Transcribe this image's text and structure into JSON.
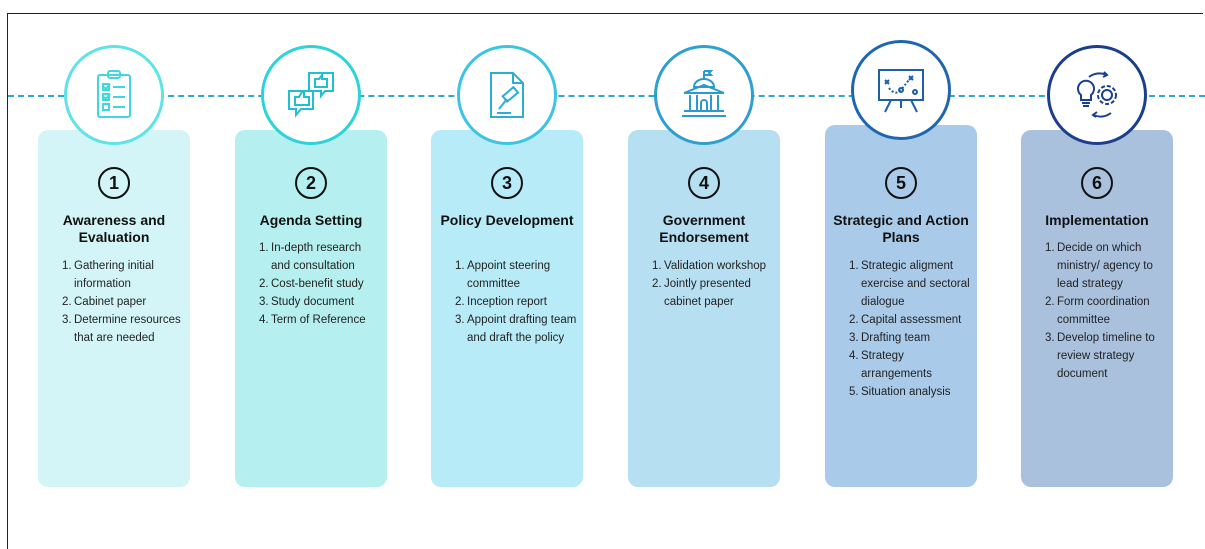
{
  "steps": [
    {
      "number": "1",
      "title": "Awareness and Evaluation",
      "icon": "clipboard-checklist-icon",
      "card_color": "#d3f5f7",
      "ring_color": "#5ee3e6",
      "items": [
        "Gathering initial information",
        "Cabinet paper",
        "Determine resources that are needed"
      ]
    },
    {
      "number": "2",
      "title": "Agenda Setting",
      "icon": "feedback-thumbs-icon",
      "card_color": "#b5efef",
      "ring_color": "#2ad4d8",
      "items": [
        "In-depth research and consultation",
        "Cost-benefit study",
        "Study document",
        "Term of Reference"
      ]
    },
    {
      "number": "3",
      "title": "Policy Development",
      "icon": "document-gavel-icon",
      "card_color": "#b7ebf7",
      "ring_color": "#3cc5e3",
      "items": [
        "Appoint steering committee",
        "Inception report",
        "Appoint drafting team and draft the policy"
      ]
    },
    {
      "number": "4",
      "title": "Government Endorsement",
      "icon": "government-building-icon",
      "card_color": "#b7dff2",
      "ring_color": "#2e9fd1",
      "items": [
        "Validation workshop",
        "Jointly presented cabinet paper"
      ]
    },
    {
      "number": "5",
      "title": "Strategic and Action Plans",
      "icon": "strategy-board-icon",
      "card_color": "#a9cae8",
      "ring_color": "#1f66b0",
      "items": [
        "Strategic aligment exercise and sectoral dialogue",
        "Capital assessment",
        "Drafting team",
        "Strategy arrangements",
        "Situation analysis"
      ]
    },
    {
      "number": "6",
      "title": "Implementation",
      "icon": "idea-gear-cycle-icon",
      "card_color": "#a9c1dd",
      "ring_color": "#1c3f8c",
      "items": [
        "Decide on which ministry/ agency to lead strategy",
        "Form coordination committee",
        "Develop timeline to review strategy document"
      ]
    }
  ]
}
